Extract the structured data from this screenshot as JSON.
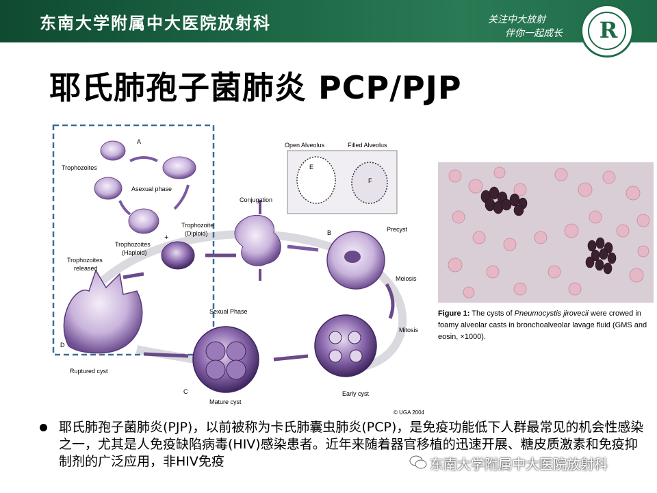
{
  "header": {
    "department": "东南大学附属中大医院放射科",
    "slogan_line1": "关注中大放射",
    "slogan_line2": "伴你一起成长",
    "logo_letter": "R",
    "colors": {
      "bar": "#1e6a47",
      "text": "#ffffff"
    }
  },
  "title": "耶氏肺孢子菌肺炎 PCP/PJP",
  "diagram": {
    "labels": {
      "a": "A",
      "trophozoites": "Trophozoites",
      "asexual": "Asexual phase",
      "troph_diploid_1": "Trophozoite",
      "troph_diploid_2": "(Diploid)",
      "troph_haploid_1": "Trophozoites",
      "troph_haploid_2": "(Haploid)",
      "plus": "+",
      "released_1": "Trophozoites",
      "released_2": "released",
      "d": "D",
      "ruptured": "Ruptured cyst",
      "conjugation": "Conjugation",
      "b": "B",
      "precyst": "Precyst",
      "meiosis": "Meiosis",
      "mitosis": "Mitosis",
      "early_cyst": "Early cyst",
      "sexual": "Sexual Phase",
      "c": "C",
      "mature": "Mature cyst",
      "open_alveolus": "Open Alveolus",
      "filled_alveolus": "Filled Alveolus",
      "e": "E",
      "f": "F",
      "copyright": "© UGA 2004"
    }
  },
  "figure_caption": {
    "fig_label": "Figure 1:",
    "text_before": " The cysts of ",
    "species": "Pneumocystis jirovecii",
    "text_after": " were crowed in foamy alveolar casts in bronchoalveolar lavage fluid (GMS and eosin, ×1000)."
  },
  "bullet": "耶氏肺孢子菌肺炎(PJP)，以前被称为卡氏肺囊虫肺炎(PCP)，是免疫功能低下人群最常见的机会性感染之一，尤其是人免疫缺陷病毒(HIV)感染患者。近年来随着器官移植的迅速开展、糖皮质激素和免疫抑制剂的广泛应用，非HIV免疫",
  "watermark": "东南大学附属中大医院放射科"
}
